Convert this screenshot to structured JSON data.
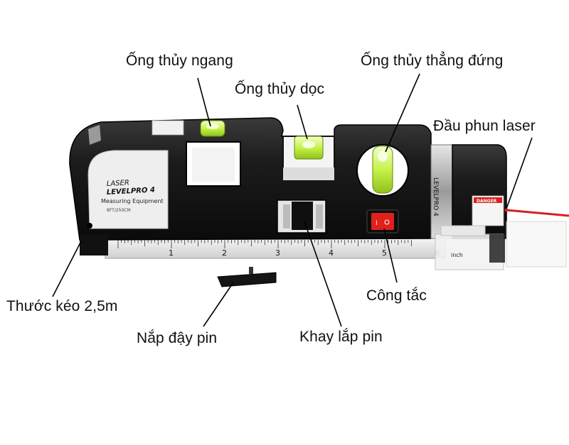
{
  "labels": {
    "horizontal_vial": "Ống thủy ngang",
    "vertical_vial": "Ống thủy dọc",
    "plumb_vial": "Ống thủy thẳng đứng",
    "laser_head": "Đầu phun laser",
    "tape_measure": "Thước kéo 2,5m",
    "battery_cover": "Nắp đậy pin",
    "battery_tray": "Khay lắp pin",
    "power_switch": "Công tắc"
  },
  "device": {
    "brand_line1": "LASER",
    "brand_line2": "LEVELPRO 4",
    "brand_line3": "Measuring Equipment",
    "brand_line4": "8FT/250CM",
    "side_text": "LEVELPRO 4",
    "warning": "DANGER",
    "ruler_numbers": [
      "1",
      "2",
      "3",
      "4",
      "5",
      "6"
    ],
    "ruler_unit": "inch"
  },
  "colors": {
    "body": "#161616",
    "vial_liquid": "#c6f24a",
    "switch": "#e0201b",
    "laser_beam": "#d81f1f"
  }
}
